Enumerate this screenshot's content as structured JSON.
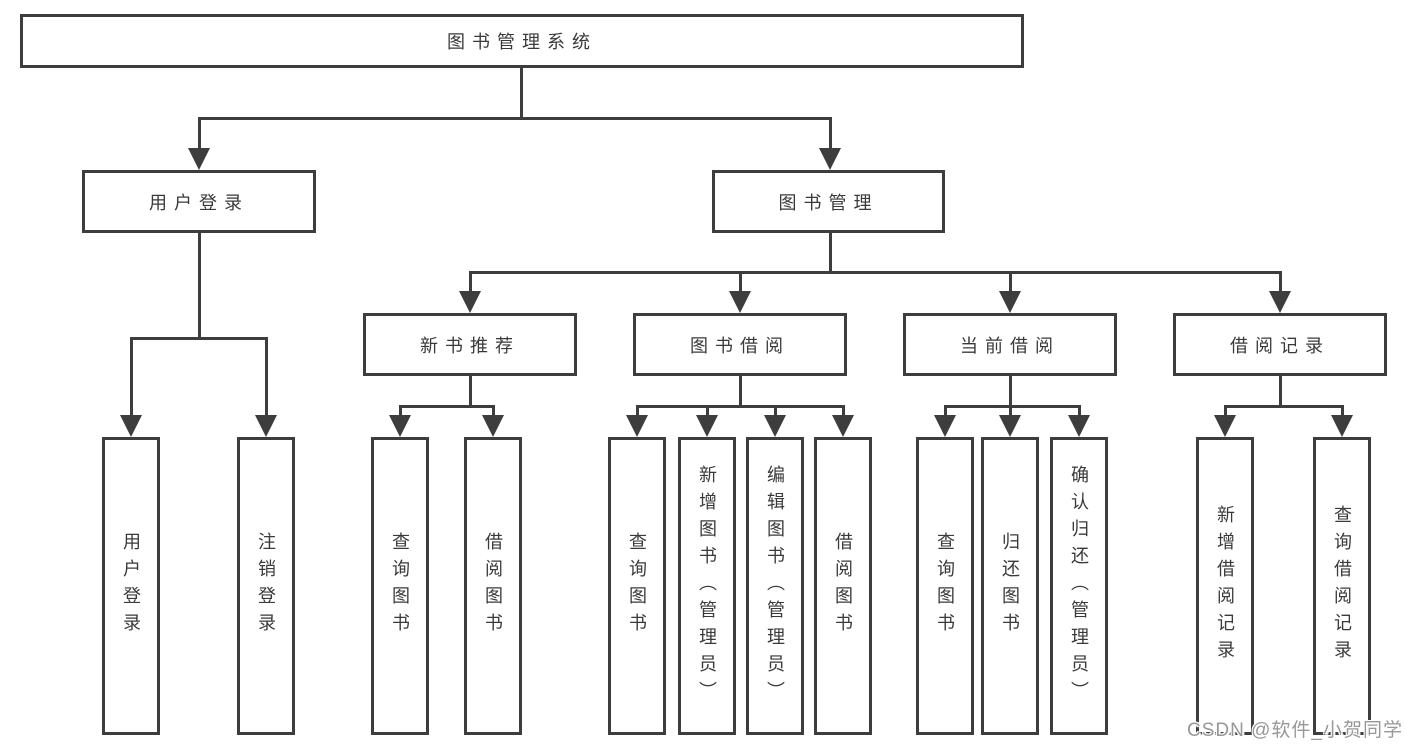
{
  "nodes": {
    "root": "图书管理系统",
    "user_login": "用户登录",
    "book_mgmt": "图书管理",
    "new_books": "新书推荐",
    "book_borrow": "图书借阅",
    "current_borrow": "当前借阅",
    "borrow_records": "借阅记录",
    "user_login_leaf": "用户登录",
    "logout_leaf": "注销登录",
    "nb_query": "查询图书",
    "nb_borrow": "借阅图书",
    "bb_query": "查询图书",
    "bb_add": "新增图书（管理员）",
    "bb_edit": "编辑图书（管理员）",
    "bb_borrow": "借阅图书",
    "cb_query": "查询图书",
    "cb_return": "归还图书",
    "cb_confirm": "确认归还（管理员）",
    "br_add": "新增借阅记录",
    "br_query": "查询借阅记录"
  },
  "watermark": "CSDN @软件_小贺同学",
  "colors": {
    "line": "#3d3d3d",
    "text": "#3a3a3a",
    "watermark": "#989898",
    "background": "#ffffff"
  }
}
